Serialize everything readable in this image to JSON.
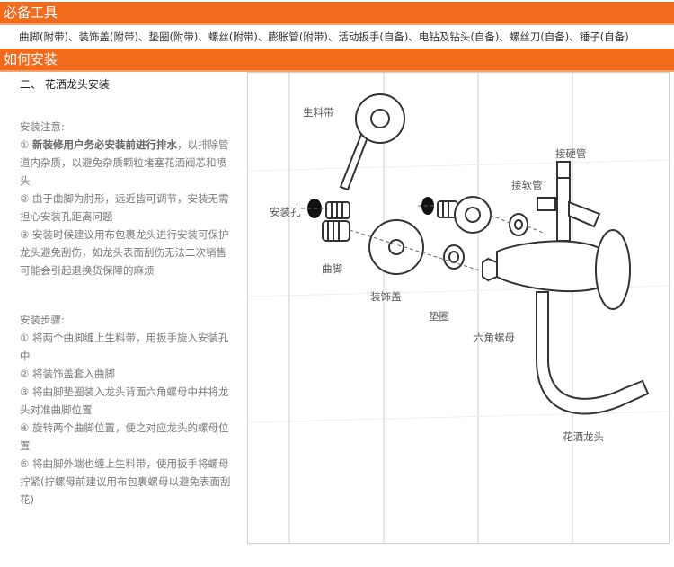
{
  "header_tools": {
    "title": "必备工具"
  },
  "tools_line": "曲脚(附带)、装饰盖(附带)、垫圈(附带)、螺丝(附带)、膨胀管(附带)、活动扳手(自备)、电钻及钻头(自备)、螺丝刀(自备)、锤子(自备)",
  "header_install": {
    "title": "如何安装"
  },
  "section_title": "二、 花洒龙头安装",
  "notes": {
    "title": "安装注意:",
    "n1_num": "①",
    "n1_bold": "新装修用户务必安装前进行排水",
    "n1_rest": "，以排除管道内杂质，以避免杂质颗粒堵塞花洒阀芯和喷头",
    "n2": "② 由于曲脚为肘形，远近皆可调节，安装无需担心安装孔距离问题",
    "n3": "③ 安装时候建议用布包裹龙头进行安装可保护龙头避免刮伤，如龙头表面刮伤无法二次销售可能会引起退换货保障的麻烦"
  },
  "steps": {
    "title": "安装步骤:",
    "s1": "① 将两个曲脚缠上生料带，用扳手旋入安装孔中",
    "s2": "② 将装饰盖套入曲脚",
    "s3": "③ 将曲脚垫圈装入龙头背面六角螺母中并将龙头对准曲脚位置",
    "s4": "④ 旋转两个曲脚位置，使之对应龙头的螺母位置",
    "s5": "⑤ 将曲脚外端也缠上生料带，使用扳手将螺母拧紧(拧螺母前建议用布包裹螺母以避免表面刮花)"
  },
  "diagram": {
    "labels": {
      "tape": "生料带",
      "hard_pipe": "接硬管",
      "soft_pipe": "接软管",
      "hole": "安装孔",
      "elbow": "曲脚",
      "cover": "装饰盖",
      "washer": "垫圈",
      "hex_nut": "六角螺母",
      "faucet": "花洒龙头"
    }
  }
}
